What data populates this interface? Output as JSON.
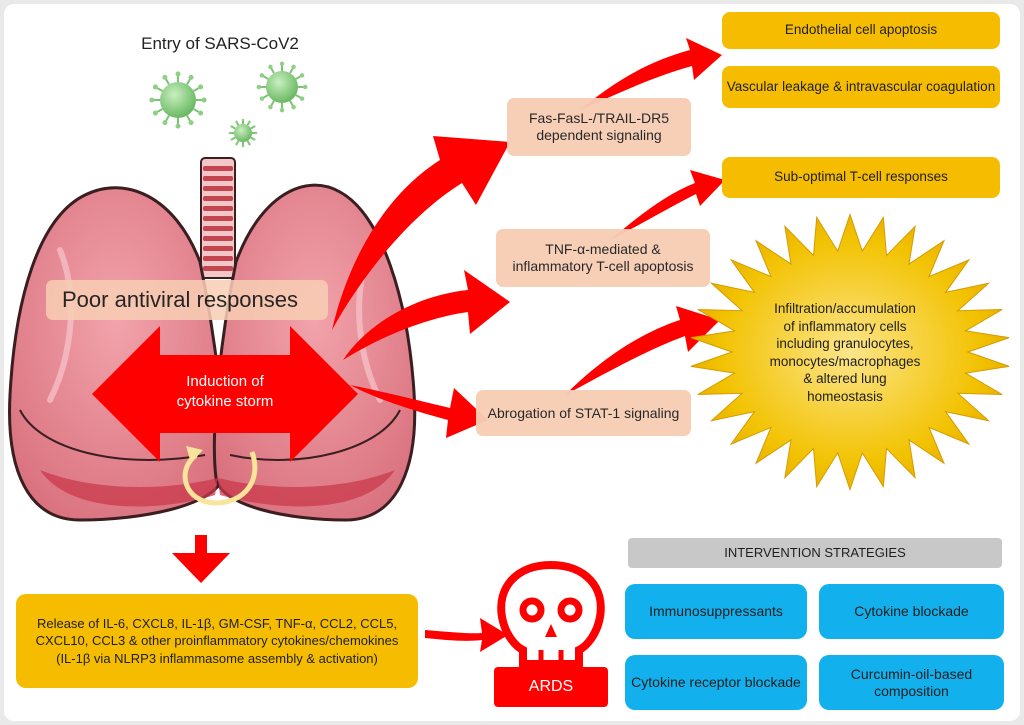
{
  "entry_label": "Entry of SARS-CoV2",
  "poor_responses": "Poor antiviral responses",
  "storm": {
    "line1": "Induction of",
    "line2": "cytokine storm"
  },
  "pathways": [
    {
      "line1": "Fas-FasL-/TRAIL-DR5",
      "line2": "dependent signaling"
    },
    {
      "line1": "TNF-α-mediated &",
      "line2": "inflammatory T-cell apoptosis"
    },
    {
      "line1": "Abrogation of STAT-1 signaling"
    }
  ],
  "outcomes": [
    "Endothelial cell apoptosis",
    "Vascular leakage & intravascular coagulation",
    "Sub-optimal T-cell responses"
  ],
  "starburst_lines": [
    "Infiltration/accumulation",
    "of inflammatory cells",
    "including granulocytes,",
    "monocytes/macrophages",
    "& altered lung",
    "homeostasis"
  ],
  "release_lines": [
    "Release of IL-6, CXCL8, IL-1β, GM-CSF, TNF-α, CCL2, CCL5,",
    "CXCL10, CCL3 & other proinflammatory cytokines/chemokines",
    "(IL-1β via NLRP3 inflammasome assembly & activation)"
  ],
  "ards_label": "ARDS",
  "intervention": {
    "title": "INTERVENTION STRATEGIES",
    "items": [
      {
        "line1": "Immunosuppressants"
      },
      {
        "line1": "Cytokine blockade"
      },
      {
        "line1": "Cytokine receptor blockade"
      },
      {
        "line1": "Curcumin-oil-based",
        "line2": "composition"
      }
    ]
  },
  "colors": {
    "arrow_red": "#ff0000",
    "outcome_orange": "#f6bd00",
    "pathway_peach": "#f7cdb4",
    "intervention_blue": "#12b0ec",
    "lung_pink": "#e07e8a",
    "virus_green": "#8fcf86",
    "starburst_yellow": "#f0c400"
  }
}
